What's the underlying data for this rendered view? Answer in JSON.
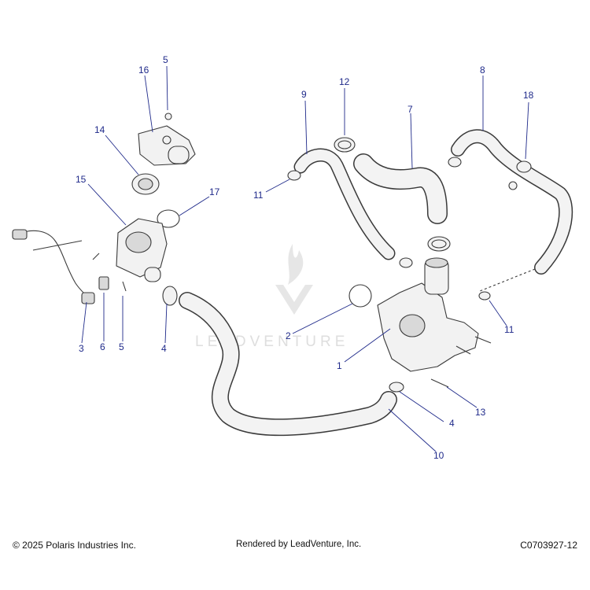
{
  "watermark": {
    "text": "LEADVENTURE"
  },
  "callouts": [
    {
      "id": "c-1",
      "label": "1"
    },
    {
      "id": "c-2",
      "label": "2"
    },
    {
      "id": "c-3",
      "label": "3"
    },
    {
      "id": "c-4a",
      "label": "4"
    },
    {
      "id": "c-4b",
      "label": "4"
    },
    {
      "id": "c-5a",
      "label": "5"
    },
    {
      "id": "c-5b",
      "label": "5"
    },
    {
      "id": "c-6",
      "label": "6"
    },
    {
      "id": "c-7",
      "label": "7"
    },
    {
      "id": "c-8",
      "label": "8"
    },
    {
      "id": "c-9",
      "label": "9"
    },
    {
      "id": "c-10",
      "label": "10"
    },
    {
      "id": "c-11a",
      "label": "11"
    },
    {
      "id": "c-11b",
      "label": "11"
    },
    {
      "id": "c-12",
      "label": "12"
    },
    {
      "id": "c-13",
      "label": "13"
    },
    {
      "id": "c-14",
      "label": "14"
    },
    {
      "id": "c-15",
      "label": "15"
    },
    {
      "id": "c-16",
      "label": "16"
    },
    {
      "id": "c-17",
      "label": "17"
    },
    {
      "id": "c-18",
      "label": "18"
    }
  ],
  "footer": {
    "copyright": "© 2025 Polaris Industries Inc.",
    "rendered_by": "Rendered by LeadVenture, Inc.",
    "drawing_number": "C0703927-12"
  },
  "colors": {
    "callout": "#1f2a8a",
    "line": "#3a3a3a",
    "part_fill": "#f2f2f2"
  }
}
